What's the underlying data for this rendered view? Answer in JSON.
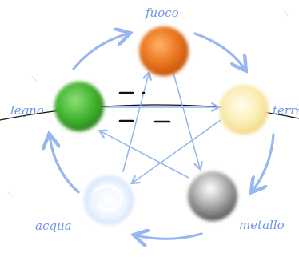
{
  "elements": {
    "fire": {
      "label": "fuoco",
      "color": "#e8741e"
    },
    "earth": {
      "label": "terra",
      "color": "#f8e6a0"
    },
    "metal": {
      "label": "metallo",
      "color": "#8e8e8e"
    },
    "water": {
      "label": "acqua",
      "color": "#dbeafc"
    },
    "wood": {
      "label": "legno",
      "color": "#46b832"
    }
  },
  "colors": {
    "arrow": "#8fb0ee",
    "label": "#6d95e6",
    "line": "#111111"
  }
}
